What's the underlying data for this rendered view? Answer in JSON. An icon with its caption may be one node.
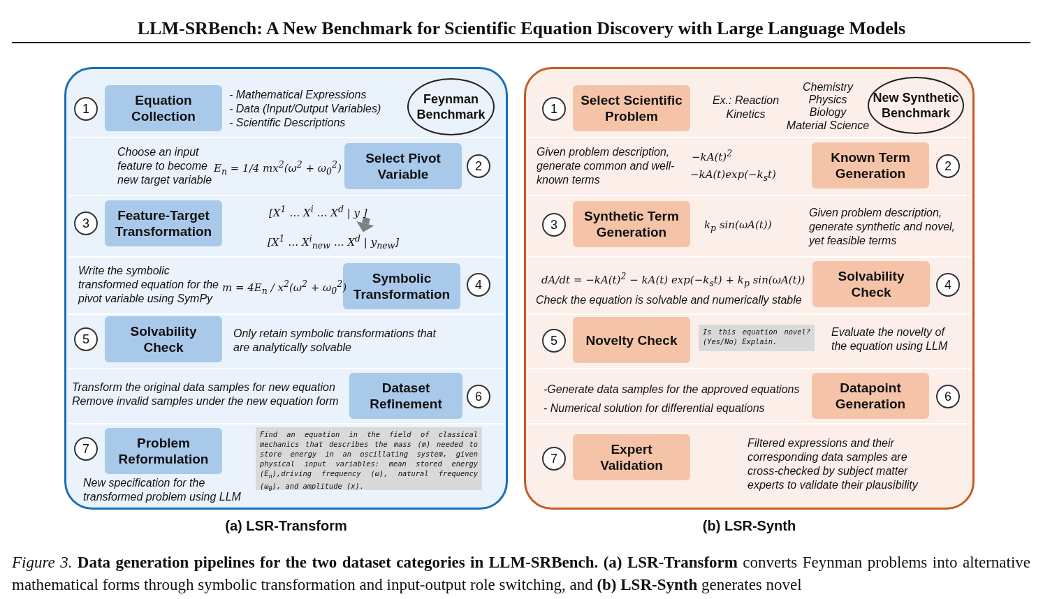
{
  "diagram": {
    "title": "LLM-SRBench: A New Benchmark for Scientific Equation Discovery with Large Language Models",
    "caption": "*Figure 3.* **Data generation pipelines for the two dataset categories in LLM-SRBench.** **(a) LSR-Transform** converts Feynman problems into alternative mathematical forms through symbolic transformation and input-output role switching, and **(b) LSR-Synth** generates novel",
    "nodes": [
      {
        "text": [
          "(a) LSR-Transform"
        ]
      },
      {
        "text": [
          "1"
        ],
        "in": 0
      },
      {
        "text": [
          "Equation Collection"
        ],
        "in": 0,
        "beside": [
          "- Mathematical Expressions",
          "- Data (Input/Output Variables)",
          "- Scientific Descriptions"
        ]
      },
      {
        "text": [
          "Feynman Benchmark"
        ],
        "in": 0
      },
      {
        "text": [
          "Select Pivot Variable"
        ],
        "in": 0,
        "beside": [
          "Choose an input feature to become new target variable",
          "E$_{n}$ = 1/4 mx$^{2}$(ω$^{2}$ + ω$_{0}$$^{2}$)"
        ]
      },
      {
        "text": [
          "2"
        ],
        "in": 0
      },
      {
        "text": [
          "3"
        ],
        "in": 0
      },
      {
        "text": [
          "Feature-Target Transformation"
        ],
        "in": 0
      },
      {
        "text": [
          "Symbolic Transformation"
        ],
        "in": 0,
        "beside": [
          "Write the symbolic transformed equation for the pivot variable using SymPy",
          "m = 4E$_{n}$ / x$^{2}$(ω$^{2}$ + ω$_{0}$$^{2}$)"
        ]
      },
      {
        "text": [
          "4"
        ],
        "in": 0
      },
      {
        "text": [
          "5"
        ],
        "in": 0
      },
      {
        "text": [
          "Solvability Check"
        ],
        "in": 0,
        "beside": [
          "Only retain symbolic transformations that are analytically solvable"
        ]
      },
      {
        "text": [
          "Dataset Refinement"
        ],
        "in": 0,
        "beside": [
          "Transform the original data samples for new equation",
          "Remove invalid samples under the new equation form"
        ]
      },
      {
        "text": [
          "6"
        ],
        "in": 0
      },
      {
        "text": [
          "7"
        ],
        "in": 0
      },
      {
        "text": [
          "Problem Reformulation"
        ],
        "in": 0,
        "beside": [
          "New specification for the transformed problem using LLM"
        ]
      },
      {
        "text": [
          "Find an equation in the field of classical mechanics that describes the mass (m) needed to store energy in an oscillating system, given physical input variables: mean stored energy (E$_{n}$),driving frequency (ω), natural frequency (ω$_{0}$), and amplitude (x)."
        ],
        "in": 0
      },
      {
        "text": [
          "(b) LSR-Synth"
        ]
      },
      {
        "text": [
          "1"
        ],
        "in": 17
      },
      {
        "text": [
          "Select Scientific Problem"
        ],
        "in": 17,
        "beside": [
          "Ex.: Reaction Kinetics",
          "Chemistry",
          "Physics",
          "Biology",
          "Material Science"
        ]
      },
      {
        "text": [
          "New Synthetic Benchmark"
        ],
        "in": 17
      },
      {
        "text": [
          "Known Term Generation"
        ],
        "in": 17,
        "beside": [
          "Given problem description, generate common and well-known terms",
          "−kA(t)$^{2}$",
          "−kA(t)exp(−k$_{s}$t)"
        ]
      },
      {
        "text": [
          "2"
        ],
        "in": 17
      },
      {
        "text": [
          "3"
        ],
        "in": 17
      },
      {
        "text": [
          "Synthetic Term Generation"
        ],
        "in": 17,
        "beside": [
          "k$_{p}$ sin(ωA(t))"
        ]
      },
      {
        "text": [
          "Solvability Check"
        ],
        "in": 17,
        "beside": [
          "dA/dt = −kA(t)$^{2}$ − kA(t) exp(−k$_{s}$t) + k$_{p}$ sin(ωA(t))",
          "Check the equation is solvable and numerically stable"
        ]
      },
      {
        "text": [
          "4"
        ],
        "in": 17
      },
      {
        "text": [
          "5"
        ],
        "in": 17
      },
      {
        "text": [
          "Novelty Check"
        ],
        "in": 17
      },
      {
        "text": [
          "Is this equation novel? (Yes/No) Explain."
        ],
        "in": 17
      },
      {
        "text": [
          "Datapoint Generation"
        ],
        "in": 17,
        "beside": [
          "-Generate data samples for the approved equations",
          "- Numerical solution for differential equations"
        ]
      },
      {
        "text": [
          "6"
        ],
        "in": 17
      },
      {
        "text": [
          "7"
        ],
        "in": 17
      },
      {
        "text": [
          "Expert Validation"
        ],
        "in": 17
      },
      {
        "text": [
          "[X$^{1}$ … X$^{i}$ … X$^{d}$ | y ]"
        ],
        "in": 0
      },
      {
        "text": [
          "[X$^{1}$ … X$^{i}$$_{new}$ … X$^{d}$ | y$_{new}$]"
        ],
        "in": 0
      }
    ],
    "edges": [
      {
        "from": 34,
        "to": 35,
        "arrow": "to"
      }
    ],
    "labels": [
      "Given problem description, generate synthetic and novel, yet feasible terms",
      "Evaluate the novelty of the equation using LLM",
      "Filtered expressions and their corresponding data samples are cross-checked by subject matter experts to validate their plausibility"
    ]
  }
}
